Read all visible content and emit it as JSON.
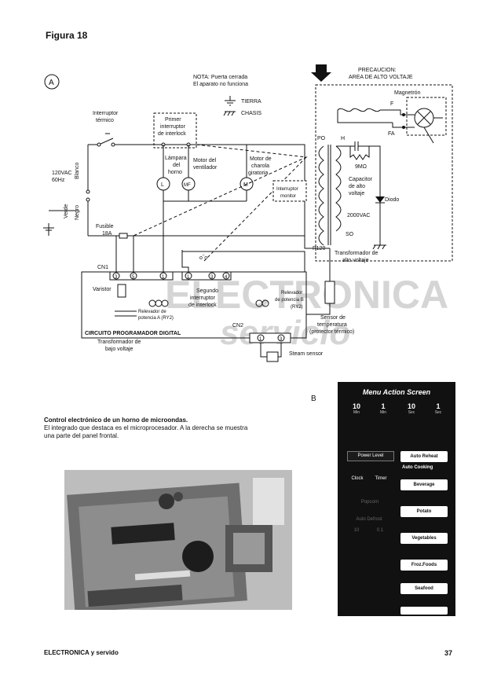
{
  "figure_title": "Figura 18",
  "diagram": {
    "label_a": "A",
    "label_b": "B",
    "note": [
      "NOTA: Puerta cerrada",
      "El aparato no funciona"
    ],
    "legend_tierra": "TIERRA",
    "legend_chasis": "CHASIS",
    "precaution": [
      "PRECAUCION:",
      "AREA DE ALTO VOLTAJE"
    ],
    "magnetron": "Magnetrón",
    "f": "F",
    "fa": "FA",
    "po": "PO",
    "h": "H",
    "so": "SO",
    "p120": "P120",
    "resistor": "9MΩ",
    "capacitor": [
      "Capacitor",
      "de alto",
      "voltaje"
    ],
    "diode": "Diodo",
    "vac2000": "2000VAC",
    "transformer_hv": [
      "Transformador de",
      "alto voltaje"
    ],
    "interruptor_termico": [
      "Interruptor",
      "térmico"
    ],
    "primer_interruptor": [
      "Primer",
      "interruptor",
      "de interlock"
    ],
    "lampara": [
      "Lámpara",
      "del",
      "horno"
    ],
    "motor_ventilador": [
      "Motor del",
      "ventilador"
    ],
    "motor_charola": [
      "Motor de",
      "charola",
      "giratoria"
    ],
    "interruptor_monitor": [
      "Interruptor",
      "monitor"
    ],
    "supply": [
      "120VAC",
      "60Hz"
    ],
    "blanco": "Blanco",
    "negro": "Negro",
    "verde": "Verde",
    "fusible": [
      "Fusible",
      "18A"
    ],
    "l_symbol": "L",
    "mf_symbol": "MF",
    "m_symbol": "M",
    "cn1": "CN1",
    "cn2": "CN2",
    "pin_3": "3",
    "pin_5": "5",
    "pin_1": "1",
    "pin_4": "4",
    "varistor": "Varistor",
    "segundo_interruptor": [
      "Segundo",
      "interruptor",
      "de interlock"
    ],
    "relevador_b": [
      "Relevador",
      "de potencia B",
      "(RY2)"
    ],
    "relevador_a": [
      "Relevador de",
      "potencia A (RY2)"
    ],
    "circuito": "CIRCUITO PROGRAMADOR DIGITAL",
    "transformador_bajo": [
      "Transformador de",
      "bajo voltaje"
    ],
    "sensor": [
      "Sensor de",
      "temperatura",
      "(protector térmico)"
    ],
    "steam_sensor": "Steam sensor",
    "watermark": [
      "ELECTRONICA",
      "servicio"
    ]
  },
  "caption": {
    "title": "Control electrónico de un horno de microondas.",
    "body": "El integrado que destaca es el microprocesador. A la derecha se muestra una parte del panel frontal."
  },
  "panel": {
    "title": "Menu Action Screen",
    "times": [
      {
        "value": "10",
        "unit": "Min"
      },
      {
        "value": "1",
        "unit": "Min"
      },
      {
        "value": "10",
        "unit": "Sec"
      },
      {
        "value": "1",
        "unit": "Sec"
      }
    ],
    "power_level": "Power Level",
    "clock": "Clock",
    "timer": "Timer",
    "popcorn": "Popcorn",
    "auto_defrost": "Auto Defrost",
    "defrost_vals": [
      "10",
      "0.1"
    ],
    "auto_reheat": "Auto Reheat",
    "auto_cooking": "Auto Cooking",
    "beverage": "Beverage",
    "potato": "Potato",
    "vegetables": "Vegetables",
    "froz_foods": "Froz.Foods",
    "seafood": "Seafood"
  },
  "footer": {
    "left": "ELECTRONICA y servido",
    "page": "37"
  }
}
